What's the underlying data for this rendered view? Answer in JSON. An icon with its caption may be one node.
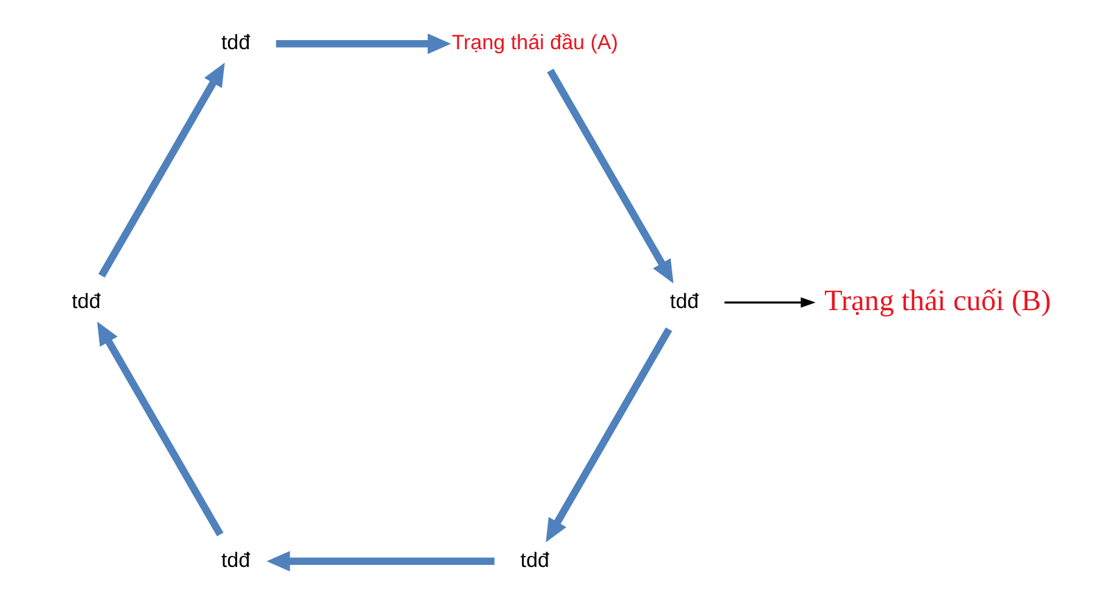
{
  "diagram": {
    "nodes": [
      {
        "text": [
          "tdđ"
        ]
      },
      {
        "text": [
          "Trạng thái đầu (A)"
        ]
      },
      {
        "text": [
          "tdđ"
        ]
      },
      {
        "text": [
          "tdđ"
        ]
      },
      {
        "text": [
          "tdđ"
        ]
      },
      {
        "text": [
          "tdđ"
        ]
      },
      {
        "text": [
          "Trạng thái cuối (B)"
        ]
      }
    ],
    "edges": [
      {
        "from": 0,
        "to": 1,
        "arrow": "to"
      },
      {
        "from": 1,
        "to": 2,
        "arrow": "to"
      },
      {
        "from": 2,
        "to": 5,
        "arrow": "to"
      },
      {
        "from": 5,
        "to": 4,
        "arrow": "to"
      },
      {
        "from": 4,
        "to": 3,
        "arrow": "to"
      },
      {
        "from": 3,
        "to": 0,
        "arrow": "to"
      },
      {
        "from": 2,
        "to": 6,
        "arrow": "to",
        "color": "#000000"
      }
    ]
  }
}
